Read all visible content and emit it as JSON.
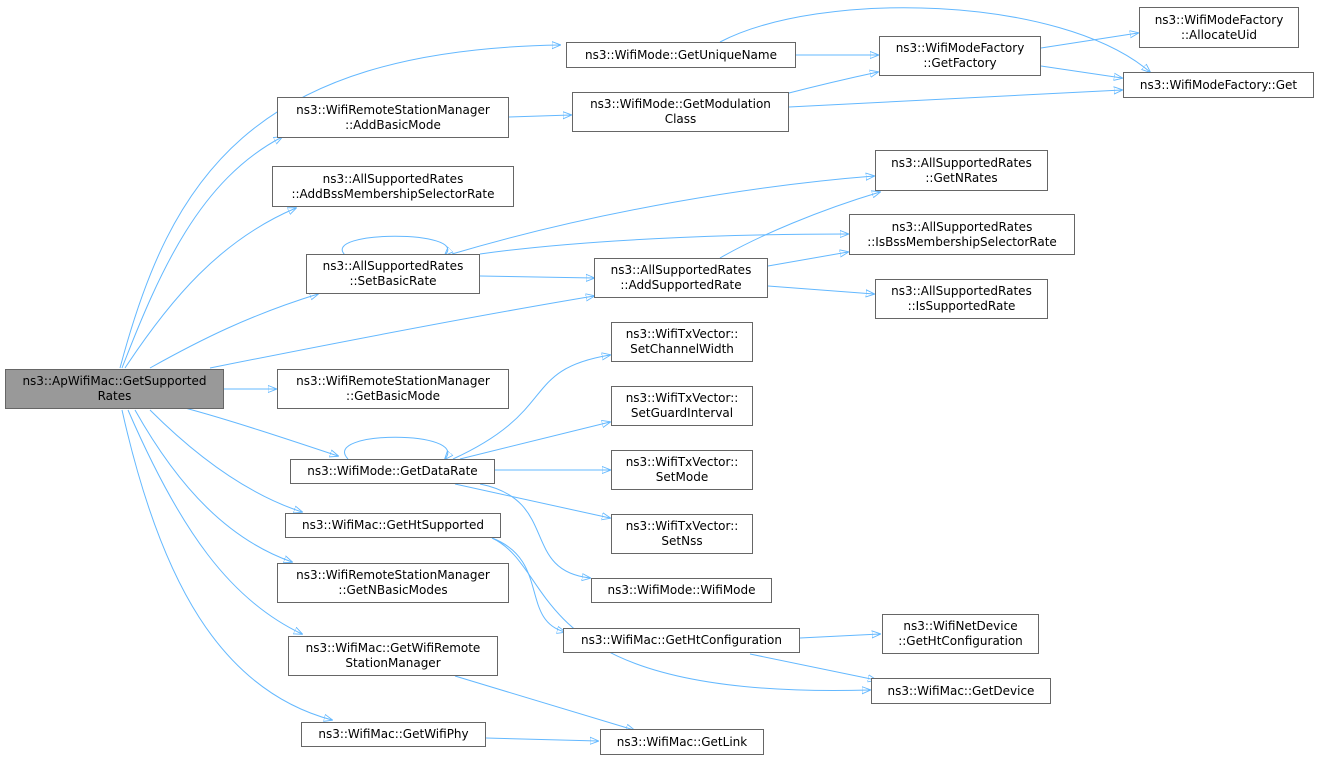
{
  "colors": {
    "edge": "#63b8ff",
    "node_border": "#666666",
    "node_fill": "#ffffff",
    "root_fill": "#999999"
  },
  "nodes": {
    "getsupportedrates": [
      "ns3::ApWifiMac::GetSupported",
      "Rates"
    ],
    "getuniquename": [
      "ns3::WifiMode::GetUniqueName"
    ],
    "addbasicmode": [
      "ns3::WifiRemoteStationManager",
      "::AddBasicMode"
    ],
    "addbssmembership": [
      "ns3::AllSupportedRates",
      "::AddBssMembershipSelectorRate"
    ],
    "setbasicrate": [
      "ns3::AllSupportedRates",
      "::SetBasicRate"
    ],
    "getbasicmode": [
      "ns3::WifiRemoteStationManager",
      "::GetBasicMode"
    ],
    "getdatarate": [
      "ns3::WifiMode::GetDataRate"
    ],
    "gethtsupported": [
      "ns3::WifiMac::GetHtSupported"
    ],
    "getnbasicmodes": [
      "ns3::WifiRemoteStationManager",
      "::GetNBasicModes"
    ],
    "getwifiremote": [
      "ns3::WifiMac::GetWifiRemote",
      "StationManager"
    ],
    "getwifiphy": [
      "ns3::WifiMac::GetWifiPhy"
    ],
    "getmodulationclass": [
      "ns3::WifiMode::GetModulation",
      "Class"
    ],
    "addsupportedrate": [
      "ns3::AllSupportedRates",
      "::AddSupportedRate"
    ],
    "setchannelwidth": [
      "ns3::WifiTxVector::",
      "SetChannelWidth"
    ],
    "setguardinterval": [
      "ns3::WifiTxVector::",
      "SetGuardInterval"
    ],
    "setmode": [
      "ns3::WifiTxVector::",
      "SetMode"
    ],
    "setnss": [
      "ns3::WifiTxVector::",
      "SetNss"
    ],
    "wifimode": [
      "ns3::WifiMode::WifiMode"
    ],
    "gethtconfiguration": [
      "ns3::WifiMac::GetHtConfiguration"
    ],
    "getlink": [
      "ns3::WifiMac::GetLink"
    ],
    "getfactory": [
      "ns3::WifiModeFactory",
      "::GetFactory"
    ],
    "getnrates": [
      "ns3::AllSupportedRates",
      "::GetNRates"
    ],
    "isbssmembership": [
      "ns3::AllSupportedRates",
      "::IsBssMembershipSelectorRate"
    ],
    "issupportedrate": [
      "ns3::AllSupportedRates",
      "::IsSupportedRate"
    ],
    "netdevicehtconfig": [
      "ns3::WifiNetDevice",
      "::GetHtConfiguration"
    ],
    "getdevice": [
      "ns3::WifiMac::GetDevice"
    ],
    "allocateuid": [
      "ns3::WifiModeFactory",
      "::AllocateUid"
    ],
    "factoryget": [
      "ns3::WifiModeFactory::Get"
    ]
  }
}
